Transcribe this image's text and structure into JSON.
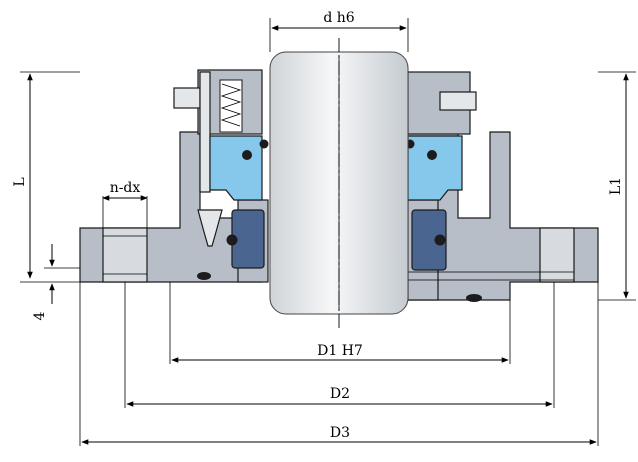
{
  "labels": {
    "shaft_dia": "d h6",
    "length_L": "L",
    "length_L1": "L1",
    "bolt_holes": "n-dx",
    "step_4": "4",
    "dia_D1": "D1 H7",
    "dia_D2": "D2",
    "dia_D3": "D3"
  },
  "colors": {
    "body": "#b8bec7",
    "seal_face": "#86c8ec",
    "seat": "#4a6590",
    "shaft": "#e9ecee",
    "oring": "#1c1c1c"
  }
}
